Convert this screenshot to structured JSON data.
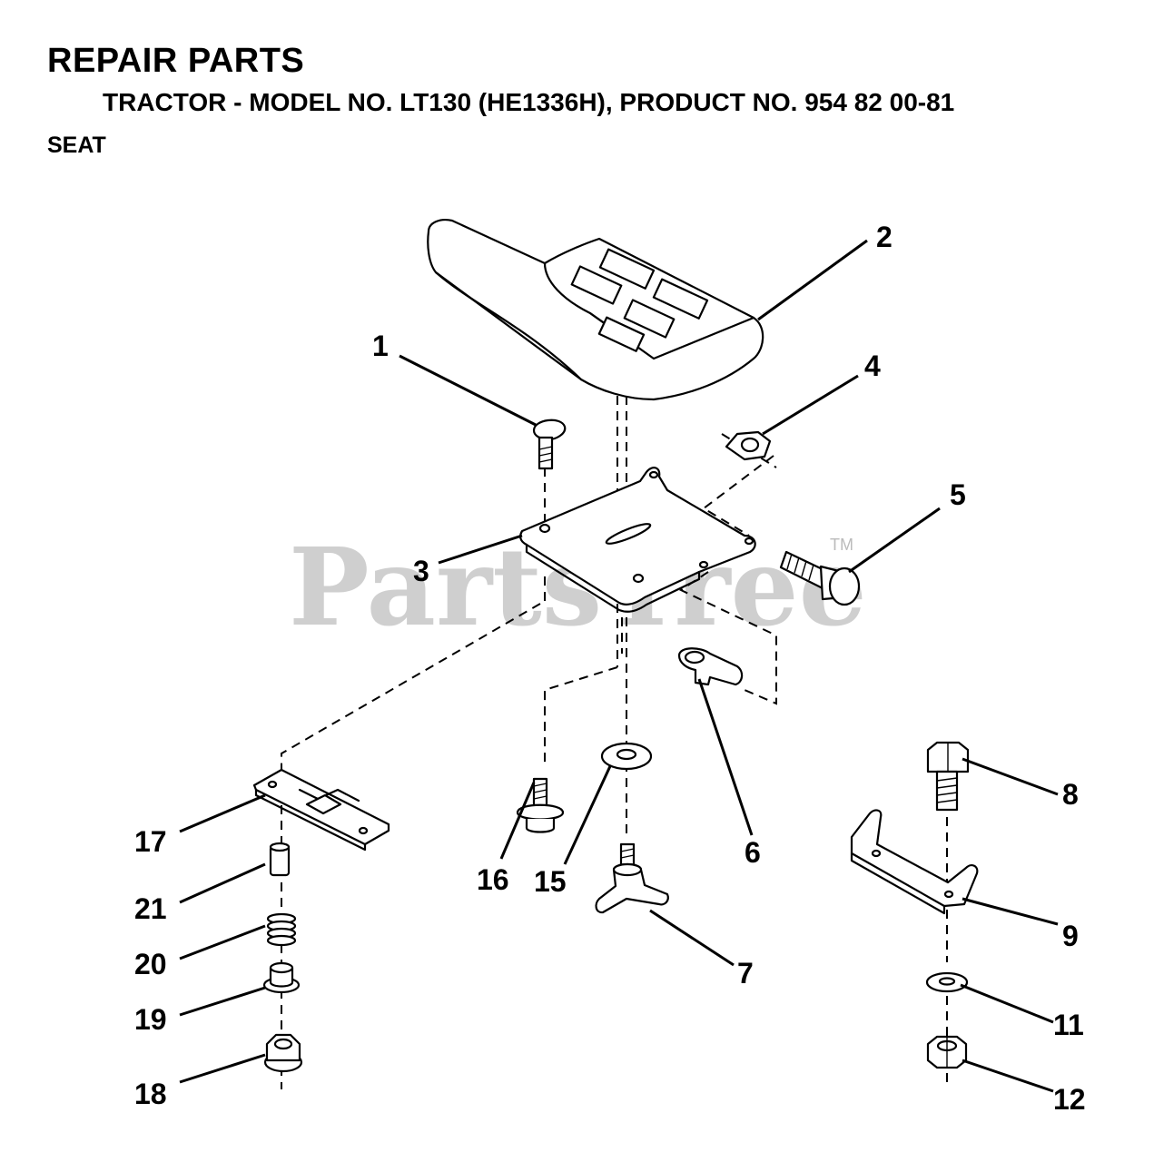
{
  "header": {
    "title": "REPAIR PARTS",
    "model_line": "TRACTOR - MODEL NO. LT130 (HE1336H), PRODUCT NO. 954 82 00-81",
    "section": "SEAT"
  },
  "watermark": {
    "text": "PartsTree",
    "trademark": "TM"
  },
  "callouts": [
    "1",
    "2",
    "3",
    "4",
    "5",
    "6",
    "7",
    "8",
    "9",
    "11",
    "12",
    "15",
    "16",
    "17",
    "18",
    "19",
    "20",
    "21"
  ]
}
